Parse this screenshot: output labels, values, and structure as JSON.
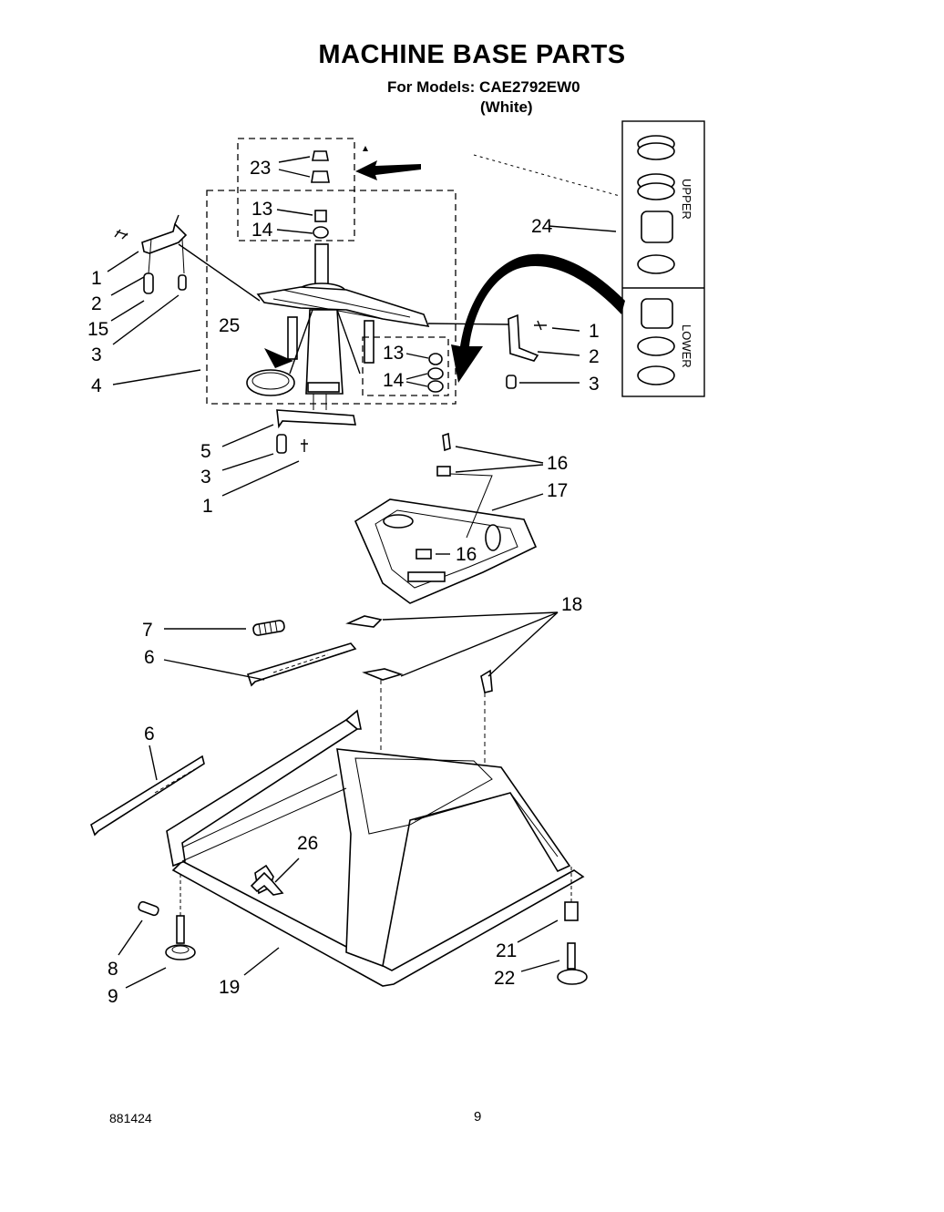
{
  "title": "MACHINE BASE PARTS",
  "models_line": "For Models: CAE2792EW0",
  "color_variant": "(White)",
  "kit_labels": {
    "upper": "UPPER",
    "lower": "LOWER"
  },
  "callouts": {
    "c23": "23",
    "c13a": "13",
    "c14a": "14",
    "c24": "24",
    "c1a": "1",
    "c2a": "2",
    "c15": "15",
    "c3a": "3",
    "c4": "4",
    "c25": "25",
    "c13b": "13",
    "c14b": "14",
    "c1b": "1",
    "c2b": "2",
    "c3b": "3",
    "c5": "5",
    "c3c": "3",
    "c1c": "1",
    "c16a": "16",
    "c17": "17",
    "c16b": "16",
    "c7": "7",
    "c6a": "6",
    "c18": "18",
    "c6b": "6",
    "c26": "26",
    "c8": "8",
    "c9": "9",
    "c19": "19",
    "c21": "21",
    "c22": "22"
  },
  "footer": {
    "doc_number": "881424",
    "page_number": "9"
  }
}
